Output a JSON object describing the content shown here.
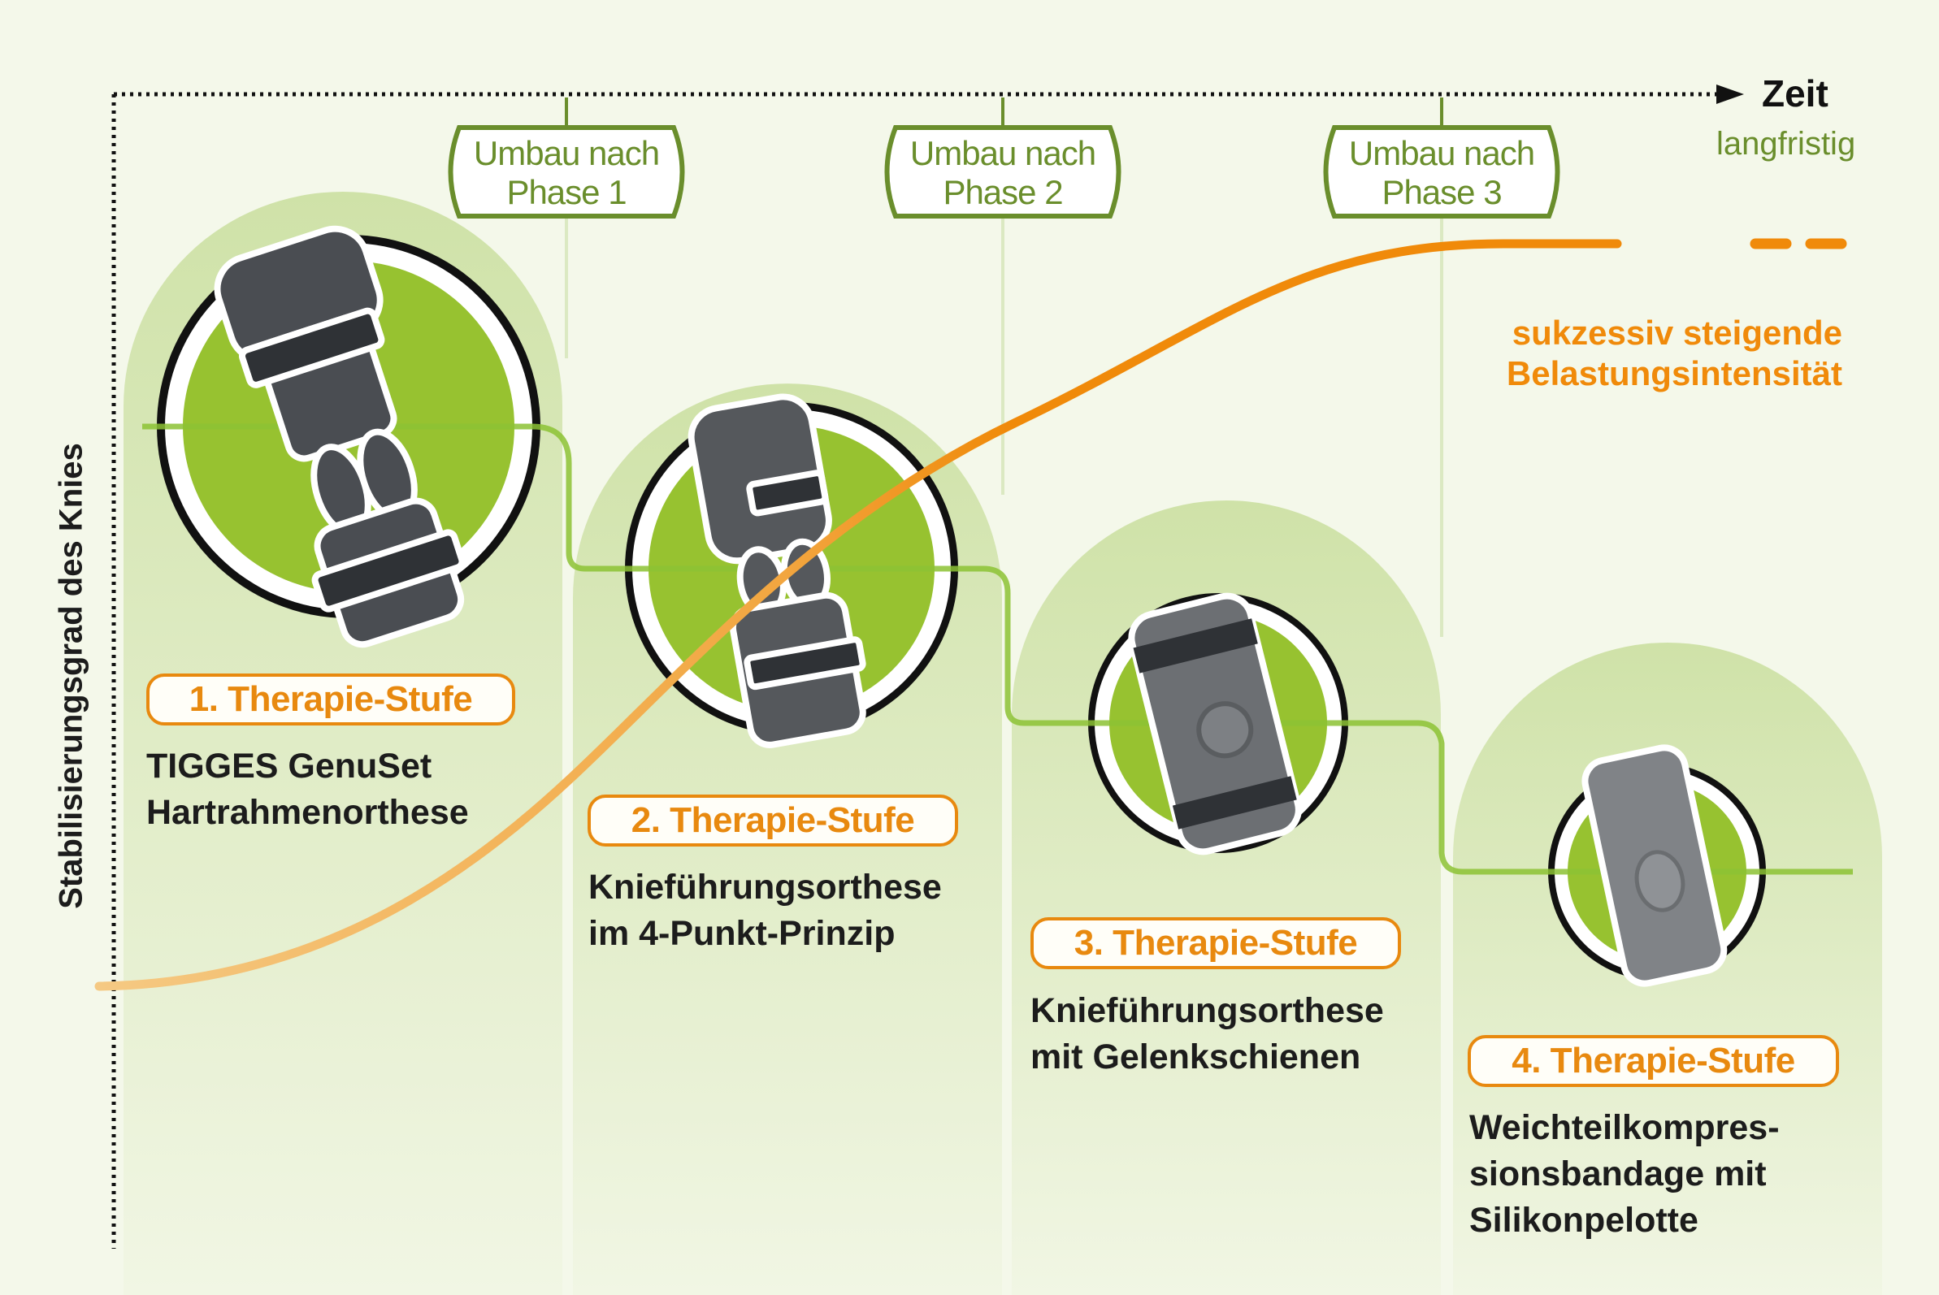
{
  "axes": {
    "x_label": "Zeit",
    "x_end_label": "langfristig",
    "y_label": "Stabilisierungsgrad des Knies"
  },
  "phases": [
    {
      "line1": "Umbau nach",
      "line2": "Phase 1"
    },
    {
      "line1": "Umbau nach",
      "line2": "Phase 2"
    },
    {
      "line1": "Umbau nach",
      "line2": "Phase 3"
    }
  ],
  "curve_label": {
    "line1": "sukzessiv steigende",
    "line2": "Belastungsintensität"
  },
  "stages": [
    {
      "label": "1. Therapie-Stufe",
      "desc": [
        "TIGGES GenuSet",
        "Hartrahmenorthese"
      ]
    },
    {
      "label": "2. Therapie-Stufe",
      "desc": [
        "Knieführungsorthese",
        "im 4-Punkt-Prinzip"
      ]
    },
    {
      "label": "3. Therapie-Stufe",
      "desc": [
        "Knieführungsorthese",
        "mit Gelenkschienen"
      ]
    },
    {
      "label": "4. Therapie-Stufe",
      "desc": [
        "Weichteilkompres-",
        "sionsbandage mit",
        "Silikonpelotte"
      ]
    }
  ],
  "colors": {
    "green": "#97c230",
    "dark_green": "#6a8e2c",
    "orange": "#f08a0a",
    "background": "#f4f8ea"
  }
}
